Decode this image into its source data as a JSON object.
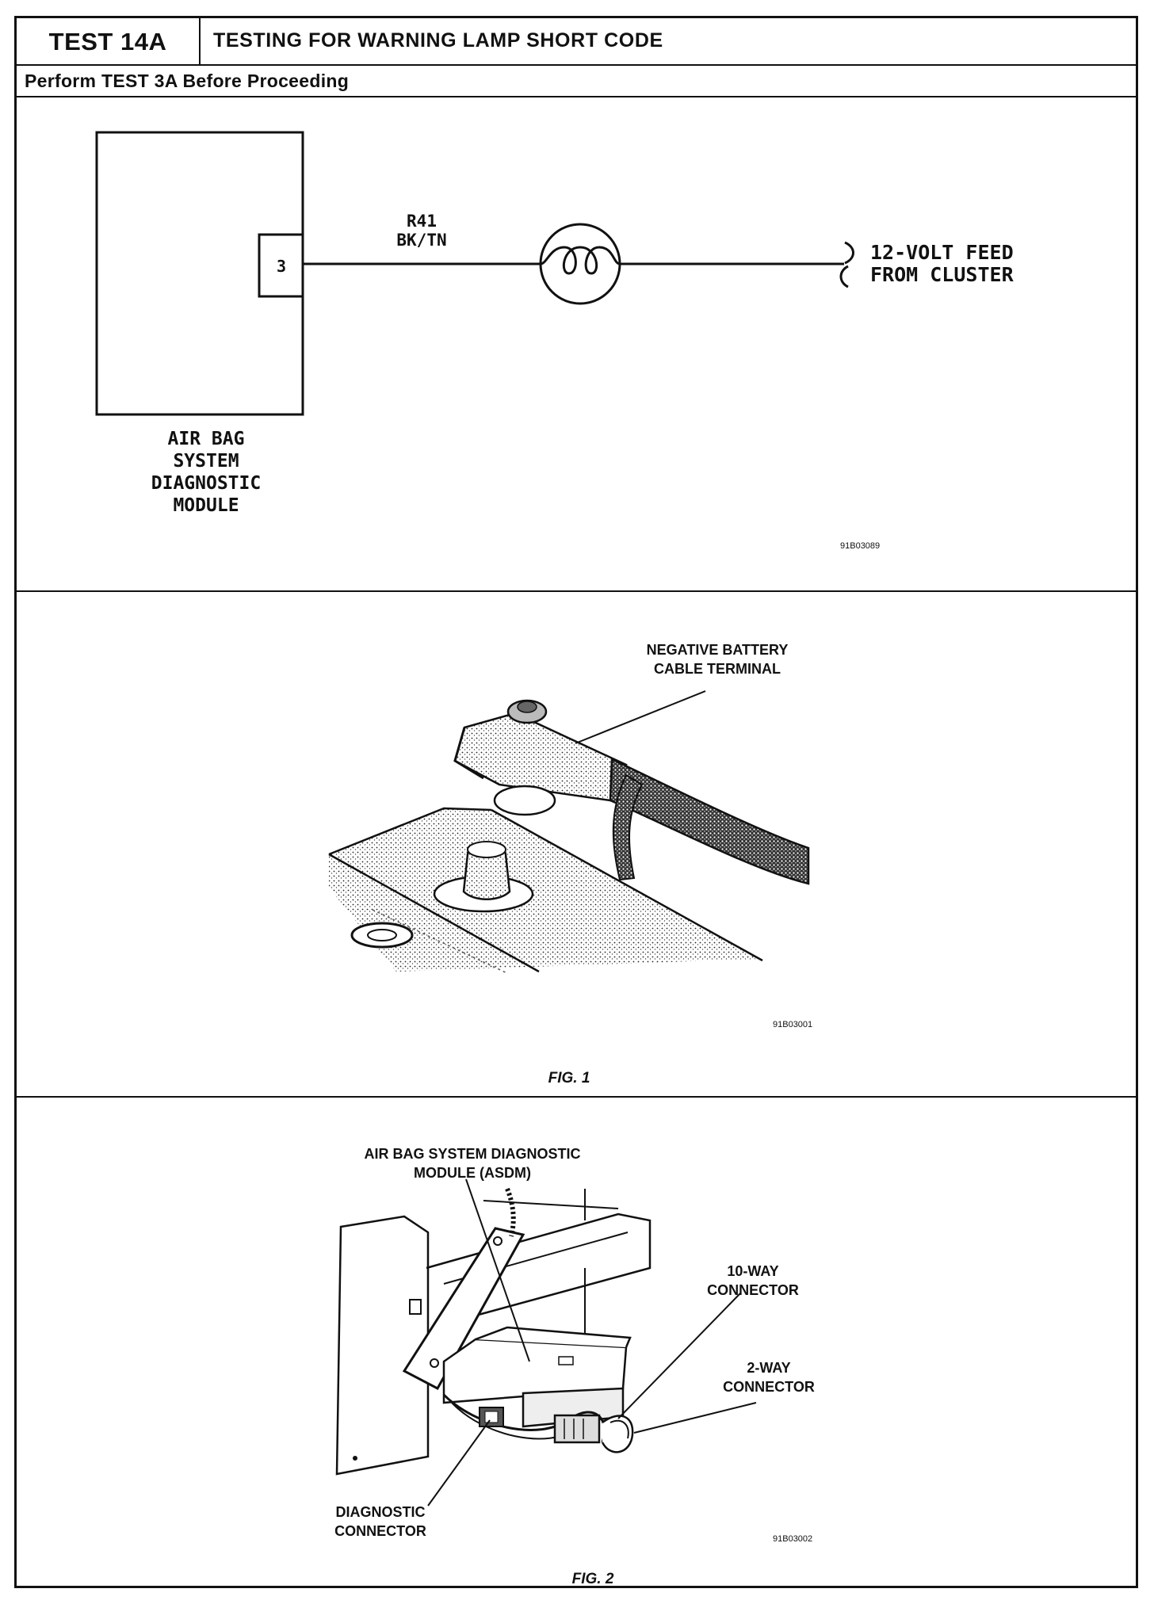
{
  "header": {
    "test_id": "TEST 14A",
    "title": "TESTING FOR WARNING LAMP SHORT CODE",
    "prerequisite": "Perform TEST 3A Before Proceeding"
  },
  "schematic": {
    "pin_number": "3",
    "wire_code": "R41",
    "wire_color": "BK/TN",
    "feed_label_line1": "12-VOLT FEED",
    "feed_label_line2": "FROM CLUSTER",
    "module_label_lines": [
      "AIR BAG",
      "SYSTEM",
      "DIAGNOSTIC",
      "MODULE"
    ],
    "image_code": "91B03089"
  },
  "figure1": {
    "callout_line1": "NEGATIVE BATTERY",
    "callout_line2": "CABLE TERMINAL",
    "image_code": "91B03001",
    "caption": "FIG. 1"
  },
  "figure2": {
    "asdm_line1": "AIR BAG SYSTEM DIAGNOSTIC",
    "asdm_line2": "MODULE (ASDM)",
    "ten_way_line1": "10-WAY",
    "ten_way_line2": "CONNECTOR",
    "two_way_line1": "2-WAY",
    "two_way_line2": "CONNECTOR",
    "diag_line1": "DIAGNOSTIC",
    "diag_line2": "CONNECTOR",
    "image_code": "91B03002",
    "caption": "FIG. 2"
  }
}
